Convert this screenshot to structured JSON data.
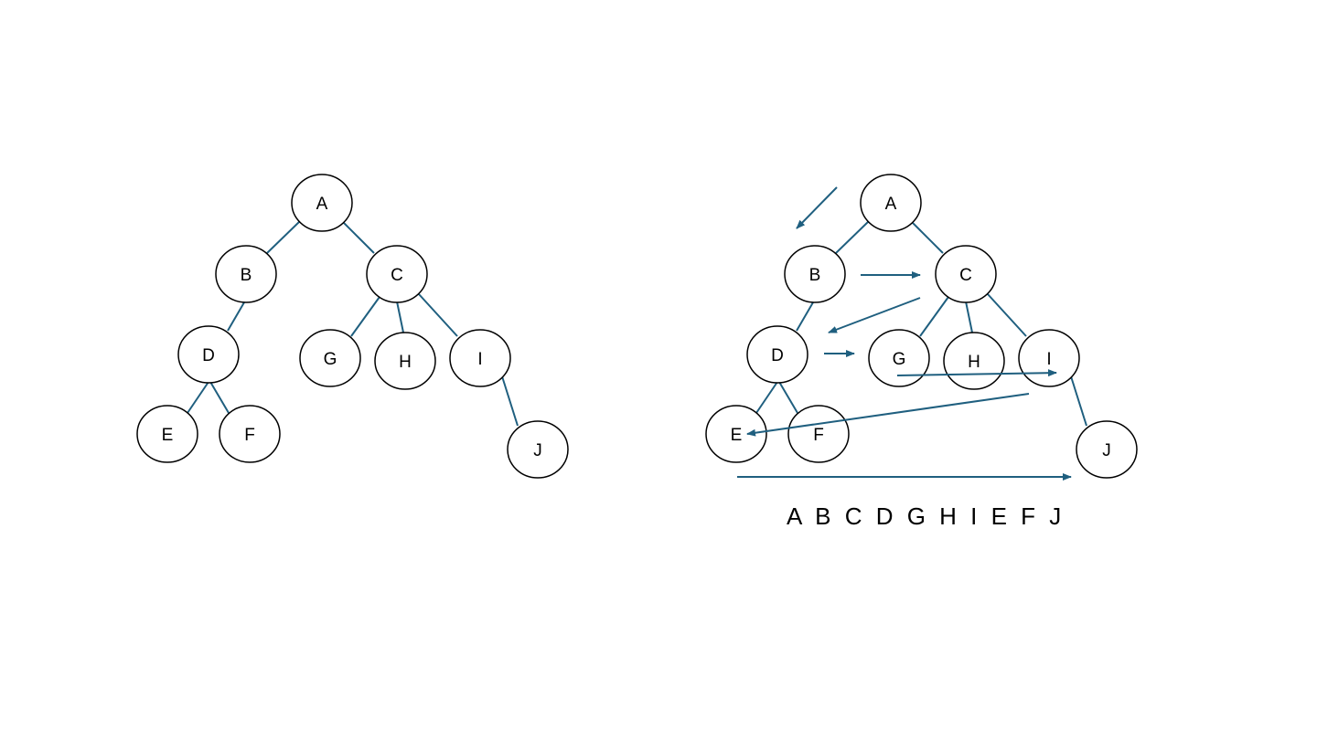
{
  "left_tree": {
    "nodes": [
      "A",
      "B",
      "C",
      "D",
      "E",
      "F",
      "G",
      "H",
      "I",
      "J"
    ],
    "edges": [
      [
        "A",
        "B"
      ],
      [
        "A",
        "C"
      ],
      [
        "B",
        "D"
      ],
      [
        "D",
        "E"
      ],
      [
        "D",
        "F"
      ],
      [
        "C",
        "G"
      ],
      [
        "C",
        "H"
      ],
      [
        "C",
        "I"
      ],
      [
        "I",
        "J"
      ]
    ]
  },
  "right_tree": {
    "nodes": [
      "A",
      "B",
      "C",
      "D",
      "E",
      "F",
      "G",
      "H",
      "I",
      "J"
    ],
    "edges": [
      [
        "A",
        "B"
      ],
      [
        "A",
        "C"
      ],
      [
        "B",
        "D"
      ],
      [
        "D",
        "E"
      ],
      [
        "D",
        "F"
      ],
      [
        "C",
        "G"
      ],
      [
        "C",
        "H"
      ],
      [
        "C",
        "I"
      ],
      [
        "I",
        "J"
      ]
    ]
  },
  "traversal_order": "A B C D G H I E F J",
  "colors": {
    "edge": "#1f5f7f",
    "node_stroke": "#000000"
  }
}
